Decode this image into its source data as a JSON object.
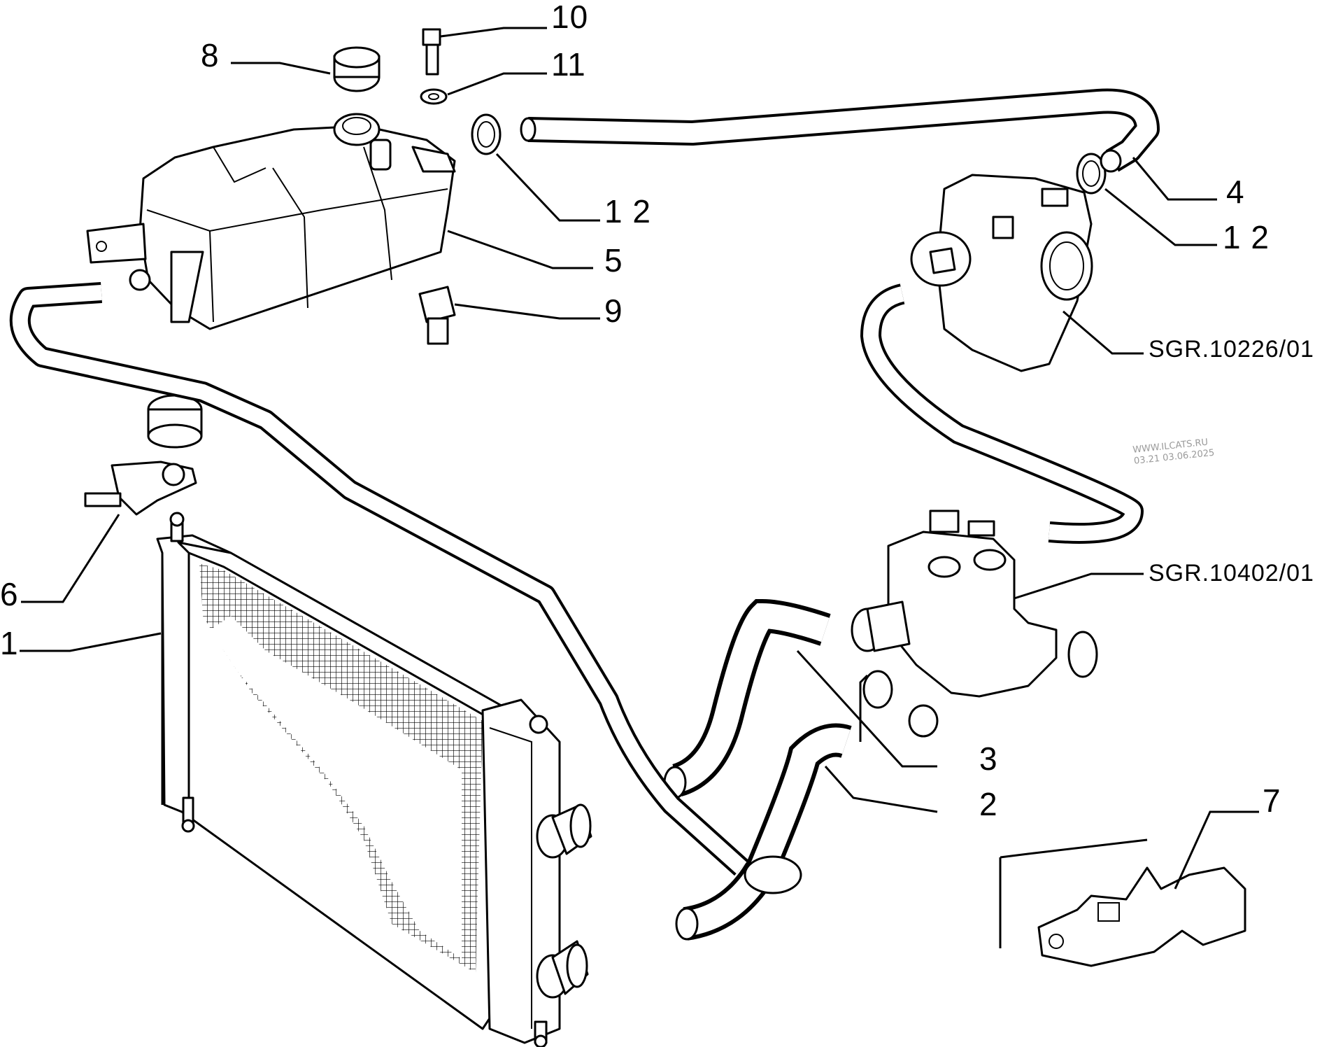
{
  "callouts": [
    {
      "id": "1",
      "text": "1"
    },
    {
      "id": "2",
      "text": "2"
    },
    {
      "id": "3",
      "text": "3"
    },
    {
      "id": "4",
      "text": "4"
    },
    {
      "id": "5",
      "text": "5"
    },
    {
      "id": "6",
      "text": "6"
    },
    {
      "id": "7",
      "text": "7"
    },
    {
      "id": "8",
      "text": "8"
    },
    {
      "id": "9",
      "text": "9"
    },
    {
      "id": "10",
      "text": "10"
    },
    {
      "id": "11",
      "text": "11"
    },
    {
      "id": "12a",
      "text": "1 2"
    },
    {
      "id": "12b",
      "text": "1 2"
    }
  ],
  "references": {
    "thermostat_group": "SGR.10226/01",
    "water_outlet_group": "SGR.10402/01"
  },
  "watermark": {
    "line1": "WWW.ILCATS.RU",
    "line2": "03.21 03.06.2025"
  }
}
